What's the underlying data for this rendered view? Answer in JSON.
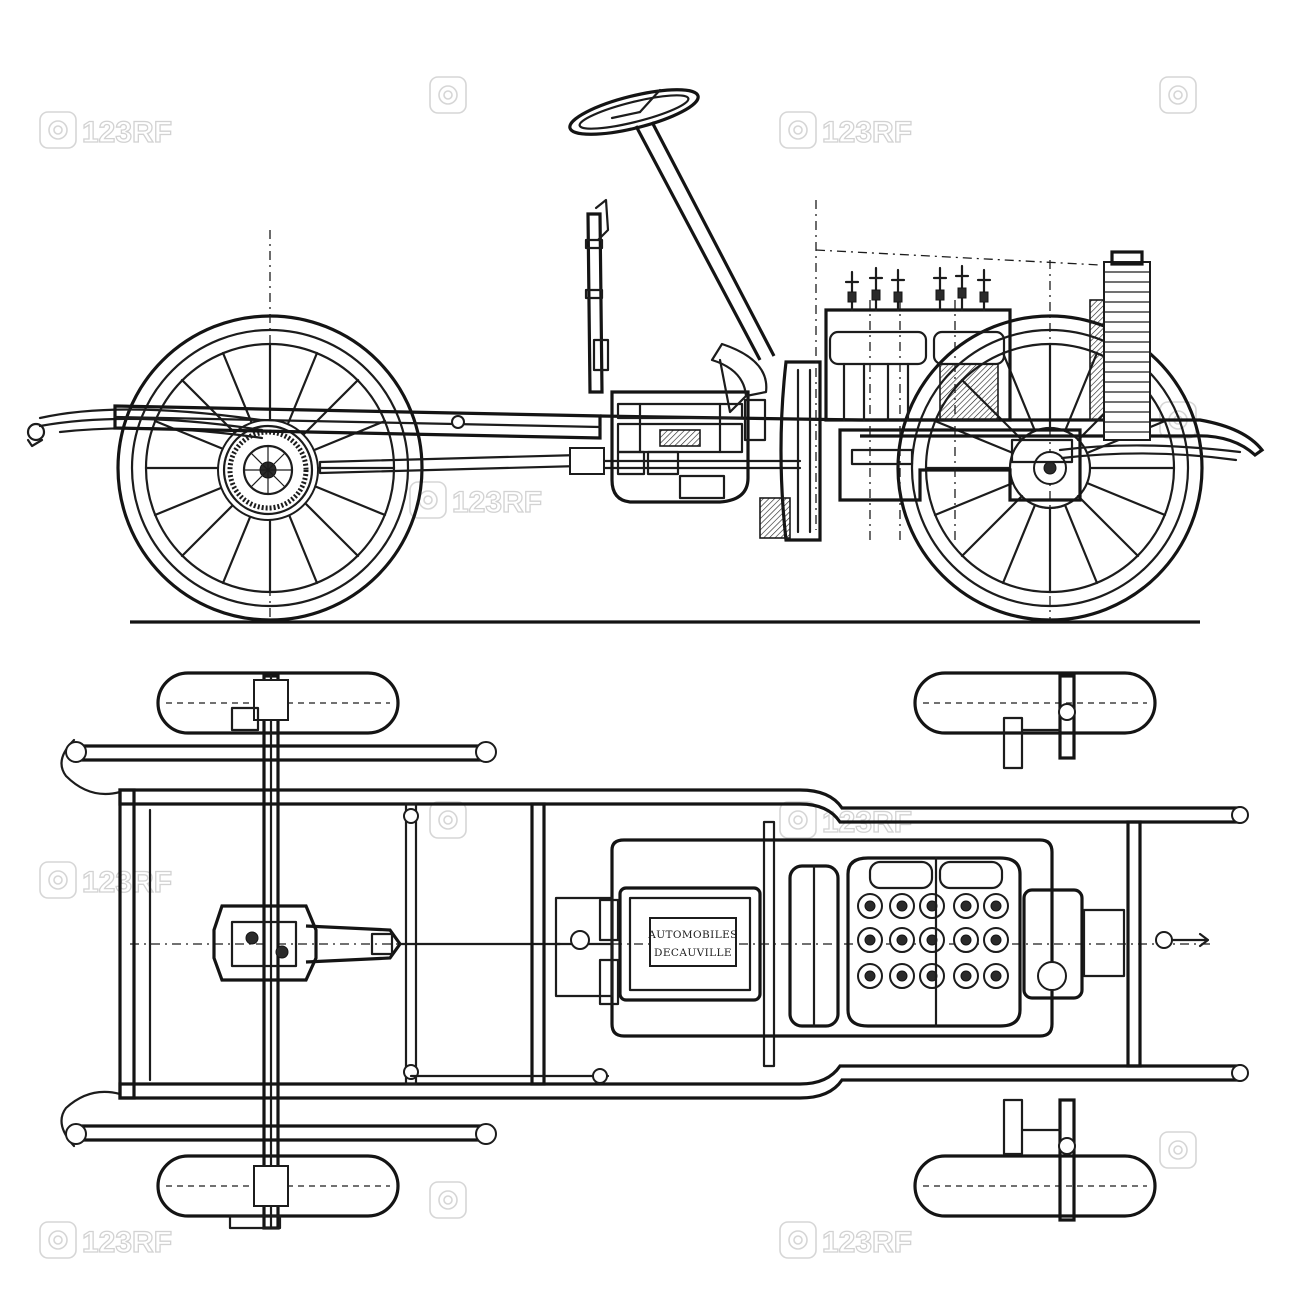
{
  "plate": {
    "line1": "AUTOMOBILES",
    "line2": "DECAUVILLE"
  },
  "watermark": {
    "text": "123RF"
  }
}
